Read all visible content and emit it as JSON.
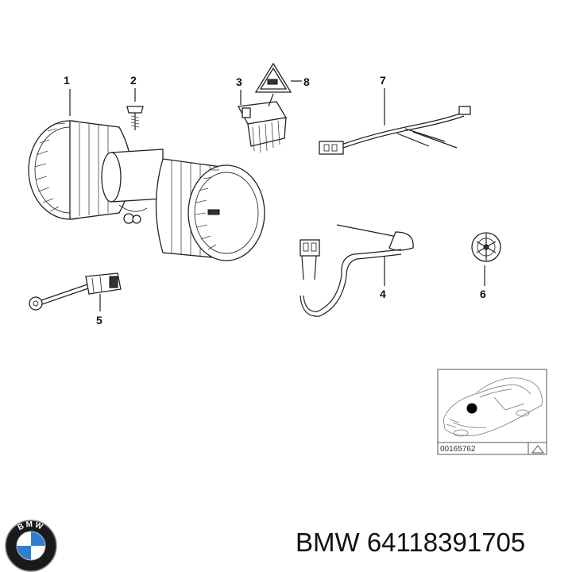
{
  "diagram": {
    "callouts": [
      {
        "id": "1",
        "label": "1"
      },
      {
        "id": "2",
        "label": "2"
      },
      {
        "id": "3",
        "label": "3"
      },
      {
        "id": "8",
        "label": "8"
      },
      {
        "id": "7",
        "label": "7"
      },
      {
        "id": "4",
        "label": "4"
      },
      {
        "id": "6",
        "label": "6"
      },
      {
        "id": "5",
        "label": "5"
      }
    ],
    "inset": {
      "code": "00165762"
    }
  },
  "footer": {
    "brand": "BMW",
    "part_number": "64118391705",
    "caption": "BMW 64118391705",
    "logo_letters": "BMW"
  },
  "colors": {
    "line": "#222222",
    "logo_blue": "#2f7fd0",
    "logo_ring": "#1a1a1a"
  }
}
